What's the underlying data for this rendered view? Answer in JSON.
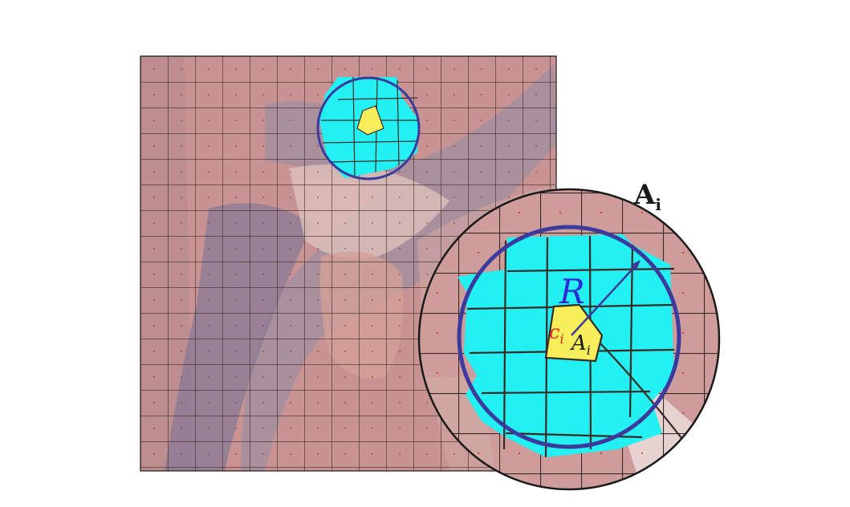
{
  "labels": {
    "region_set": "A",
    "region_set_sub": "i",
    "radius": "R",
    "center": "c",
    "center_sub": "i",
    "superpixel": "A",
    "superpixel_sub": "i"
  },
  "colors": {
    "background": "#ffffff",
    "image_tint": "#c98f8f",
    "superpixel_edge": "#3a2a26",
    "neighborhood_fill": "#22f0f2",
    "selected_fill": "#f6ee5a",
    "circle_stroke": "#3c3a9c",
    "frame_stroke": "#1a1a1a",
    "radius_label": "#2f2ad6",
    "center_label": "#e0201a"
  }
}
